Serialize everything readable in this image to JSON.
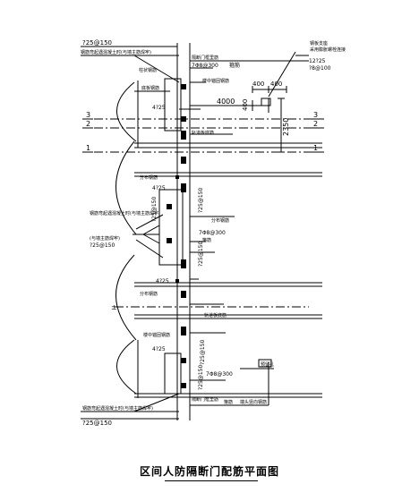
{
  "drawing": {
    "title": "区间人防隔断门配筋平面图",
    "labels": {
      "rebar_top": "?25@150",
      "rebar_top_note": "钢筋弯起遇混凝土时(与墙主筋焊牢)",
      "door_frame_top": "隔断门框里筋",
      "stirrup_top": "7Φ8@300",
      "stirrup_top_word": "箍筋",
      "anchor_note": "钢板支座\n采用膨胀螺栓连接",
      "anchor_rebar_1": "12?25",
      "anchor_rebar_2": "?8@100",
      "dim_400": "400",
      "dim_400_b": "400",
      "dim_4000": "4000",
      "dim_400_v": "400",
      "dim_2350": "2350",
      "rail_ref_top": "轨道板底筋",
      "wall_rebar": "4?25",
      "wall_rebar_2": "4?25",
      "wall_rebar_3": "4?25",
      "wall_rebar_4": "4?25",
      "rail_ref_mid": "轨道板底筋",
      "rebar_v1": "?25@150",
      "rebar_v2": "?25@150",
      "rebar_v3": "?25@150",
      "rebar_v4": "?25@150",
      "rebar_v5": "?25@150",
      "center_note": "钢筋弯起遇混凝土时(与墙主筋焊牢)",
      "center_note_b": "?25@150",
      "stirrup_mid": "7Φ8@300",
      "stirrup_mid_word": "箍筋",
      "dist_rebar": "分布钢筋",
      "dist_rebar_b": "分布钢筋",
      "dist_rebar_c": "分布钢筋",
      "rail_ref_low": "轨道板底筋",
      "stirrup_bot": "7Φ8@300",
      "stirrup_bot_word": "箍筋",
      "door_frame_bot": "隔断门框里筋",
      "rebar_bot": "?25@150",
      "rebar_bot_note": "钢筋弯起遇混凝土时(与墙主筋焊牢)",
      "end_note": "端头竖向钢筋",
      "box_label": "预留孔",
      "grid_1": "1",
      "grid_2": "2",
      "grid_3": "3",
      "grid_1r": "1",
      "grid_2r": "2",
      "grid_3r": "3",
      "side_mark": "±"
    }
  }
}
